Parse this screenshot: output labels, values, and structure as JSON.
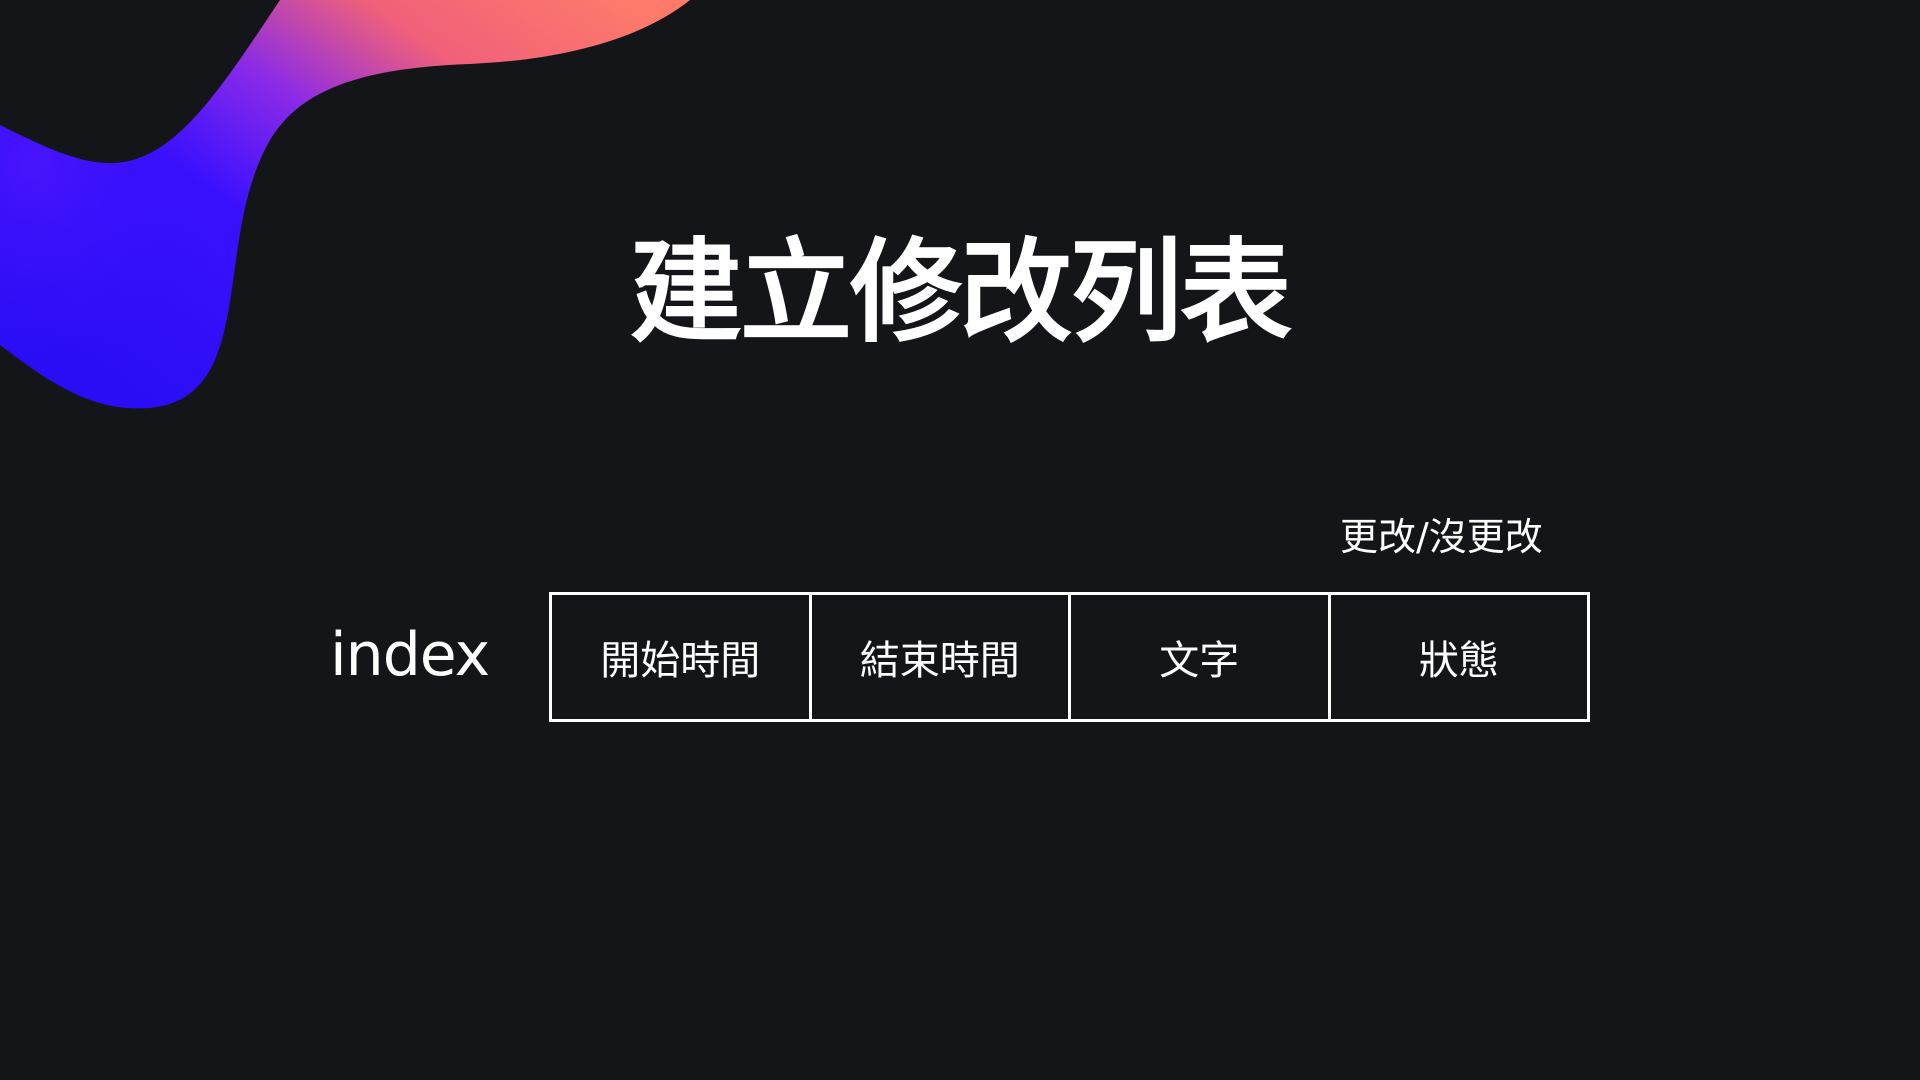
{
  "slide": {
    "title": "建立修改列表",
    "index_label": "index",
    "note": "更改/沒更改",
    "table": {
      "cells": [
        "開始時間",
        "結束時間",
        "文字",
        "狀態"
      ]
    }
  },
  "colors": {
    "background": "#141518",
    "text": "#ffffff",
    "blob_blue": "#2a12ff",
    "blob_violet": "#7a1cf0",
    "blob_pink": "#f0607a",
    "blob_orange": "#ff7a6a"
  }
}
